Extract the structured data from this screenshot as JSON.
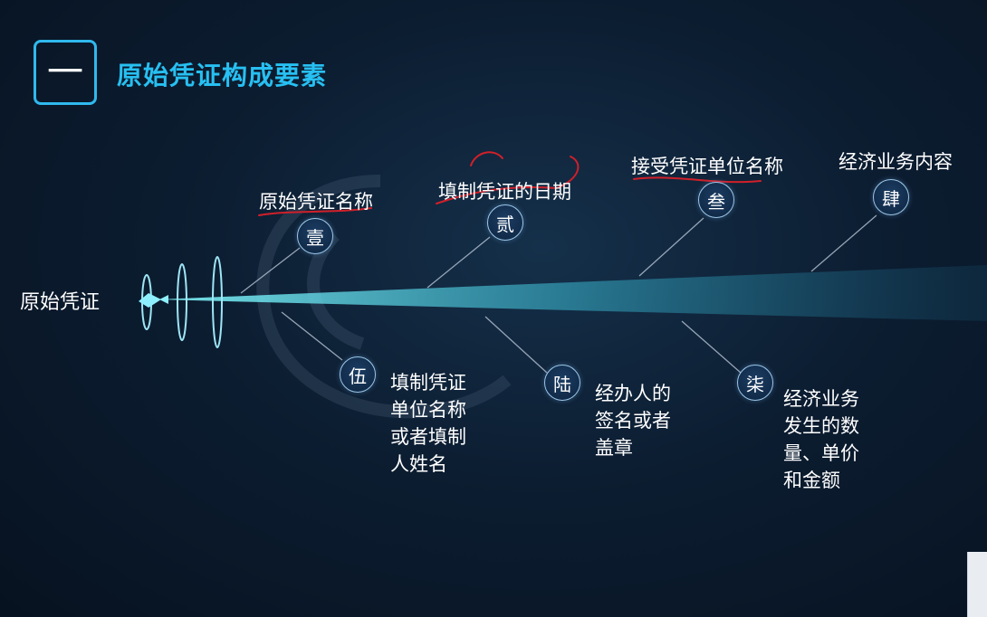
{
  "header": {
    "section_number": "一",
    "title": "原始凭证构成要素"
  },
  "root": {
    "label": "原始凭证"
  },
  "elements": [
    {
      "numeral": "壹",
      "label": "原始凭证名称",
      "underlined": true
    },
    {
      "numeral": "贰",
      "label": "填制凭证的日期",
      "underlined": true
    },
    {
      "numeral": "叁",
      "label": "接受凭证单位名称",
      "underlined": true
    },
    {
      "numeral": "肆",
      "label": "经济业务内容",
      "underlined": false
    },
    {
      "numeral": "伍",
      "label_lines": [
        "填制凭证",
        "单位名称",
        "或者填制",
        "人姓名"
      ]
    },
    {
      "numeral": "陆",
      "label_lines": [
        "经办人的",
        "签名或者",
        "盖章"
      ]
    },
    {
      "numeral": "柒",
      "label_lines": [
        "经济业务",
        "发生的数",
        "量、单价",
        "和金额"
      ]
    }
  ],
  "colors": {
    "accent": "#27c0f2",
    "beam": "#4fd6e6",
    "annotation": "#d0202a",
    "background": "#0c1d31"
  }
}
